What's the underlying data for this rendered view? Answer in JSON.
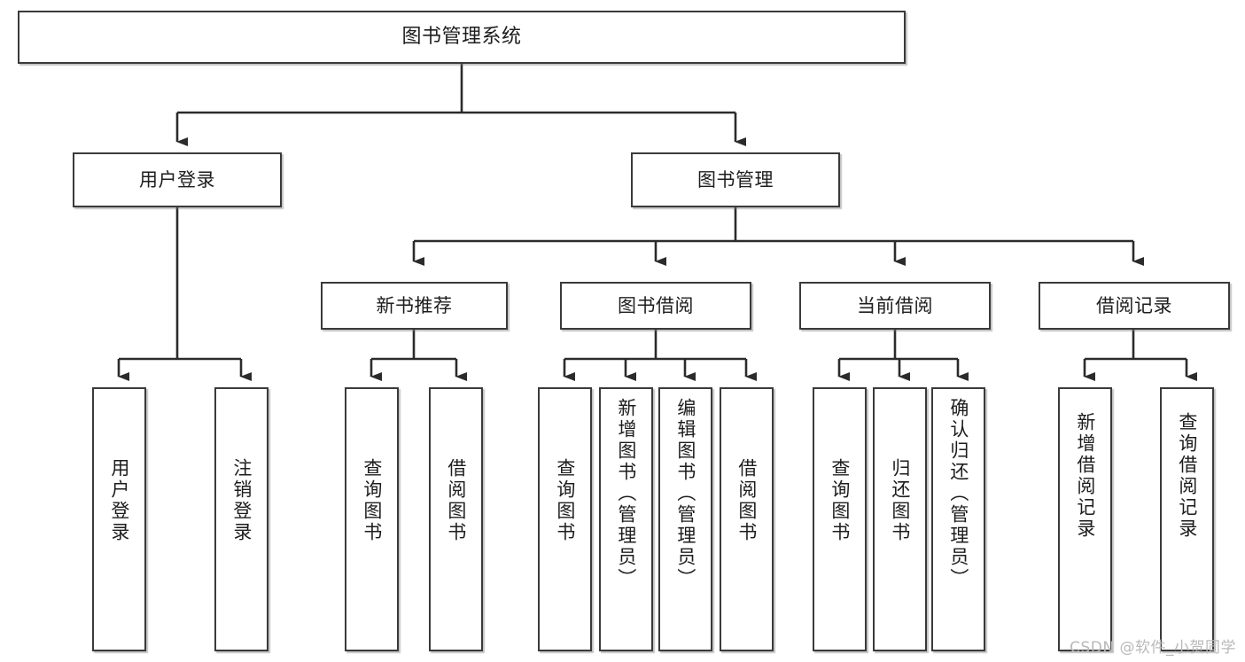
{
  "diagram": {
    "type": "tree",
    "title": "图书管理系统",
    "watermark": "CSDN @软件_小贺同学",
    "colors": {
      "box_border": "#3a3a3a",
      "box_fill": "#ffffff",
      "connector": "#2b2b2b",
      "text": "#1d1d1d",
      "watermark": "#b9b9b9"
    },
    "levels": {
      "root": "图书管理系统",
      "level2": [
        "用户登录",
        "图书管理"
      ],
      "level3": [
        "新书推荐",
        "图书借阅",
        "当前借阅",
        "借阅记录"
      ]
    },
    "nodes": {
      "root": {
        "label": "图书管理系统"
      },
      "user_login": {
        "label": "用户登录"
      },
      "book_manage": {
        "label": "图书管理"
      },
      "new_book_rec": {
        "label": "新书推荐"
      },
      "book_borrow": {
        "label": "图书借阅"
      },
      "current_borrow": {
        "label": "当前借阅"
      },
      "borrow_record": {
        "label": "借阅记录"
      },
      "leaf_user_login": {
        "label": "用户登录"
      },
      "leaf_logout": {
        "label": "注销登录"
      },
      "leaf_query_book_1": {
        "label": "查询图书"
      },
      "leaf_borrow_book_1": {
        "label": "借阅图书"
      },
      "leaf_query_book_2": {
        "label": "查询图书"
      },
      "leaf_add_book": {
        "label": "新增图书（管理员）"
      },
      "leaf_edit_book": {
        "label": "编辑图书（管理员）"
      },
      "leaf_borrow_book_2": {
        "label": "借阅图书"
      },
      "leaf_query_book_3": {
        "label": "查询图书"
      },
      "leaf_return_book": {
        "label": "归还图书"
      },
      "leaf_confirm_return": {
        "label": "确认归还（管理员）"
      },
      "leaf_add_record": {
        "label": "新增借阅记录"
      },
      "leaf_query_record": {
        "label": "查询借阅记录"
      }
    },
    "edges": [
      {
        "from": "root",
        "to": "user_login"
      },
      {
        "from": "root",
        "to": "book_manage"
      },
      {
        "from": "user_login",
        "to": "leaf_user_login"
      },
      {
        "from": "user_login",
        "to": "leaf_logout"
      },
      {
        "from": "book_manage",
        "to": "new_book_rec"
      },
      {
        "from": "book_manage",
        "to": "book_borrow"
      },
      {
        "from": "book_manage",
        "to": "current_borrow"
      },
      {
        "from": "book_manage",
        "to": "borrow_record"
      },
      {
        "from": "new_book_rec",
        "to": "leaf_query_book_1"
      },
      {
        "from": "new_book_rec",
        "to": "leaf_borrow_book_1"
      },
      {
        "from": "book_borrow",
        "to": "leaf_query_book_2"
      },
      {
        "from": "book_borrow",
        "to": "leaf_add_book"
      },
      {
        "from": "book_borrow",
        "to": "leaf_edit_book"
      },
      {
        "from": "book_borrow",
        "to": "leaf_borrow_book_2"
      },
      {
        "from": "current_borrow",
        "to": "leaf_query_book_3"
      },
      {
        "from": "current_borrow",
        "to": "leaf_return_book"
      },
      {
        "from": "current_borrow",
        "to": "leaf_confirm_return"
      },
      {
        "from": "borrow_record",
        "to": "leaf_add_record"
      },
      {
        "from": "borrow_record",
        "to": "leaf_query_record"
      }
    ]
  }
}
